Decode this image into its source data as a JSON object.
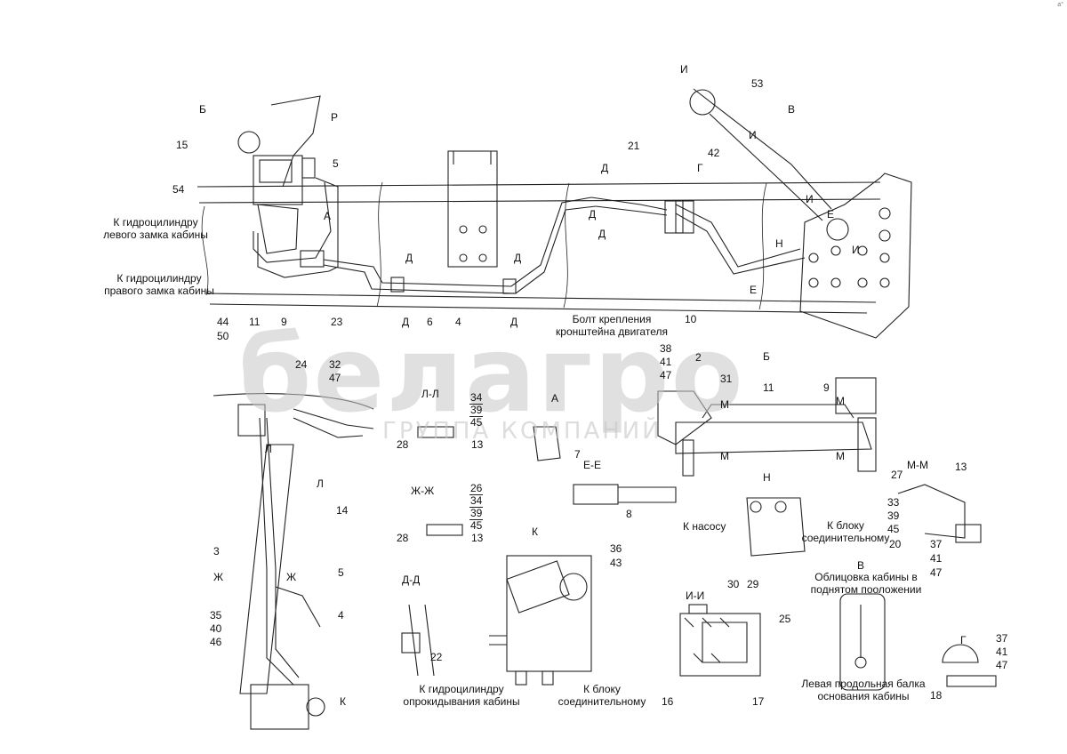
{
  "corner_mark": "а°",
  "watermark": {
    "logo": "белагро",
    "subtitle": "ГРУППА КОМПАНИЙ"
  },
  "section_titles": {
    "b_top": "Б",
    "v_top": "В",
    "a_mid": "А",
    "b_mid": "Б",
    "ll": "Л-Л",
    "a_view": "А",
    "ee": "Е-Е",
    "zhzh": "Ж-Ж",
    "k_view": "К",
    "n_view": "Н",
    "mm": "М-М",
    "dd": "Д-Д",
    "ii": "И-И",
    "v_view": "В",
    "g_view": "Г",
    "k_arrow": "К"
  },
  "section_marks": {
    "r": "Р",
    "d1": "Д",
    "d2": "Д",
    "d3": "Д",
    "d4": "Д",
    "d5": "Д",
    "d6": "Д",
    "d7": "Д",
    "g": "Г",
    "i1": "И",
    "i2": "И",
    "i3": "И",
    "i4": "И",
    "e1": "Е",
    "e2": "Е",
    "n": "Н",
    "m1": "М",
    "m2": "М",
    "m3": "М",
    "m4": "М",
    "l1": "Л",
    "l2": "Л",
    "zh1": "Ж",
    "zh2": "Ж"
  },
  "callouts": {
    "c15": "15",
    "c54": "54",
    "c5a": "5",
    "c44": "44",
    "c50": "50",
    "c11a": "11",
    "c9a": "9",
    "c23": "23",
    "c6": "6",
    "c4a": "4",
    "c21": "21",
    "c42": "42",
    "c53": "53",
    "c10": "10",
    "c38": "38",
    "c41a": "41",
    "c47a": "47",
    "c2": "2",
    "c31": "31",
    "c11b": "11",
    "c9b": "9",
    "c24": "24",
    "c32": "32",
    "c47b": "47",
    "c28a": "28",
    "c13a": "13",
    "c7": "7",
    "c8": "8",
    "c28b": "28",
    "c13b": "13",
    "c14": "14",
    "c3": "3",
    "c5b": "5",
    "c4b": "4",
    "c35": "35",
    "c40": "40",
    "c46": "46",
    "c22": "22",
    "c36": "36",
    "c43": "43",
    "c30": "30",
    "c29": "29",
    "c25": "25",
    "c16": "16",
    "c17": "17",
    "c27": "27",
    "c13c": "13",
    "c33": "33",
    "c39": "39",
    "c45": "45",
    "c20": "20",
    "c37a": "37",
    "c41b": "41",
    "c47c": "47",
    "c37b": "37",
    "c41c": "41",
    "c47d": "47",
    "c18": "18"
  },
  "stacks": {
    "ll": [
      "34",
      "39",
      "45"
    ],
    "zhzh": [
      "26",
      "34",
      "39",
      "45"
    ]
  },
  "captions": {
    "left_lock": [
      "К гидроцилиндру",
      "левого замка кабины"
    ],
    "right_lock": [
      "К гидроцилиндру",
      "правого замка кабины"
    ],
    "engine_bolt": [
      "Болт крепления",
      "кронштейна двигателя"
    ],
    "pump": "К насосу",
    "block_n": [
      "К блоку",
      "соединительному"
    ],
    "tilt_cyl": [
      "К гидроцилиндру",
      "опрокидывания кабины"
    ],
    "block_k": [
      "К блоку",
      "соединительному"
    ],
    "cab_raised": [
      "Облицовка кабины в",
      "поднятом пооложении"
    ],
    "beam": [
      "Левая продольная балка",
      "основания кабины"
    ]
  },
  "colors": {
    "line": "#222222",
    "watermark": "#c7c7c7"
  }
}
